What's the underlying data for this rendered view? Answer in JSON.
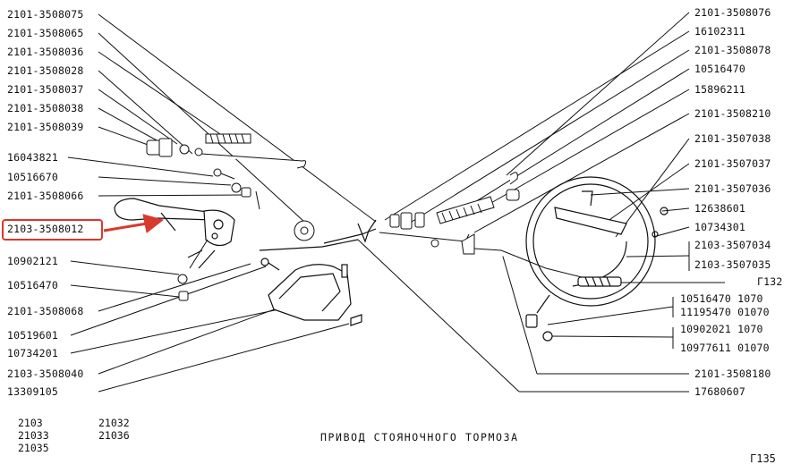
{
  "left_labels": [
    "2101-3508075",
    "2101-3508065",
    "2101-3508036",
    "2101-3508028",
    "2101-3508037",
    "2101-3508038",
    "2101-3508039",
    "16043821",
    "10516670",
    "2101-3508066",
    "2103-3508012",
    "10902121",
    "10516470",
    "2101-3508068",
    "10519601",
    "10734201",
    "2103-3508040",
    "13309105"
  ],
  "right_labels": [
    "2101-3508076",
    "16102311",
    "2101-3508078",
    "10516470",
    "15896211",
    "2101-3508210",
    "2101-3507038",
    "2101-3507037",
    "2101-3507036",
    "12638601",
    "10734301",
    "2103-3507034",
    "2103-3507035",
    "Г132",
    "10516470   1070",
    "11195470  01070",
    "10902021   1070",
    "10977611  01070",
    "2101-3508180",
    "17680607"
  ],
  "highlighted_part": "2103-3508012",
  "highlight_color": "#d9382c",
  "models_col1": [
    "2103",
    "21033",
    "21035"
  ],
  "models_col2": [
    "21032",
    "21036"
  ],
  "caption": "ПРИВОД СТОЯНОЧНОГО ТОРМОЗА",
  "page_number": "Г135"
}
